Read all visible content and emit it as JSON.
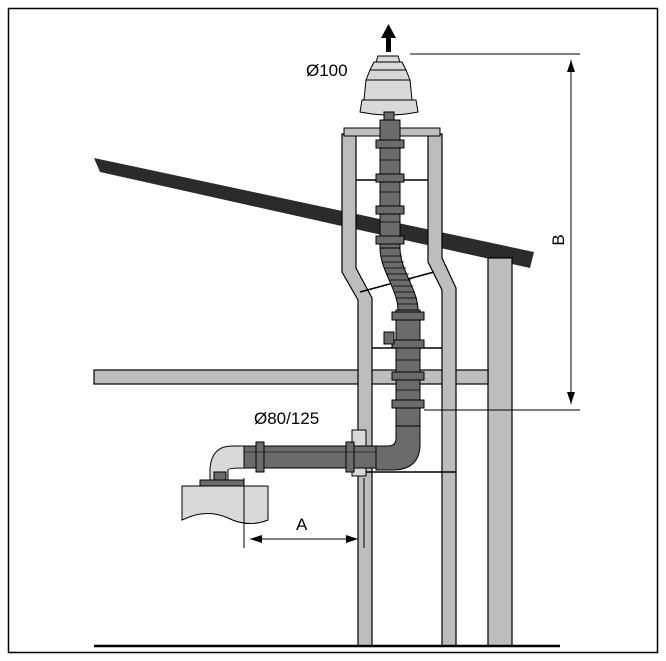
{
  "labels": {
    "top_diameter": "Ø100",
    "pipe_diameter": "Ø80/125",
    "dim_a": "A",
    "dim_b": "B"
  },
  "colors": {
    "wall": "#bdbdbd",
    "pipe": "#6b6b6b",
    "pipe_dark": "#3a3a3a",
    "cap": "#d9d9d9",
    "roof": "#2b2b2b",
    "line": "#000000"
  },
  "icons": {
    "flow_arrow": "up-arrow-icon"
  }
}
